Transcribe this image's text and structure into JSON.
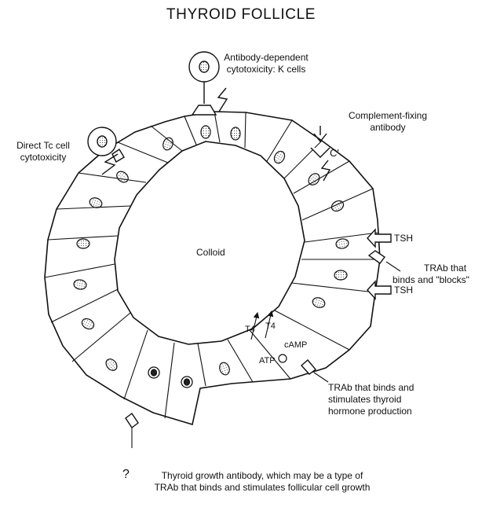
{
  "title": "THYROID FOLLICLE",
  "labels": {
    "k_cells": [
      "Antibody-dependent",
      "cytotoxicity: K cells"
    ],
    "complement": [
      "Complement-fixing",
      "antibody"
    ],
    "c_prime": "C'",
    "direct_tc": [
      "Direct Tc cell",
      "cytotoxicity"
    ],
    "colloid": "Colloid",
    "tsh": "TSH",
    "trab_blocks": [
      "TRAb that",
      "binds and \"blocks\""
    ],
    "trab_stimulates": [
      "TRAb that binds and",
      "stimulates thyroid",
      "hormone production"
    ],
    "t4": "T4",
    "atp": "ATP",
    "camp": "cAMP",
    "question_mark": "?",
    "growth_antibody": [
      "Thyroid growth antibody, which may be a type of",
      "TRAb that binds and stimulates follicular cell growth"
    ]
  }
}
